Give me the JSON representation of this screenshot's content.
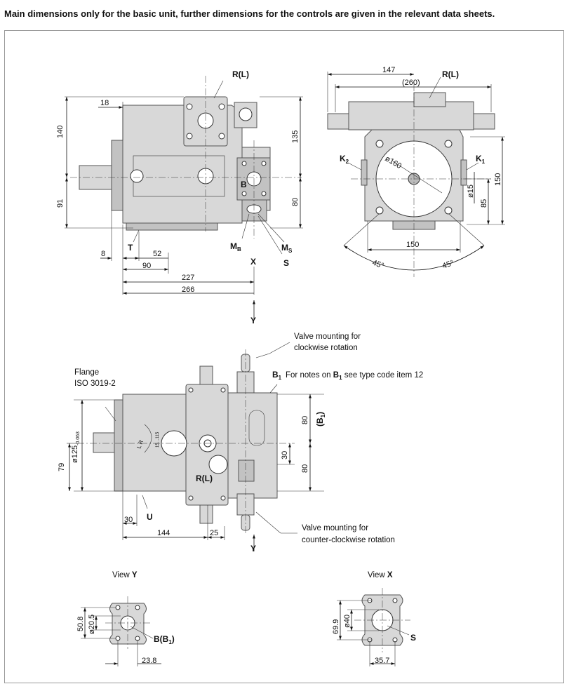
{
  "header": {
    "text": "Main dimensions only for the basic unit, further dimensions for the controls are given in the relevant data sheets."
  },
  "ports": {
    "r_l": "R(L)",
    "b": "B",
    "t": "T",
    "mb": "M",
    "mb_sub": "B",
    "ms": "M",
    "ms_sub": "S",
    "s": "S",
    "x": "X",
    "y": "Y",
    "k1": "K",
    "k1_sub": "1",
    "k2": "K",
    "k2_sub": "2",
    "u": "U",
    "b1": "B",
    "b1_sub": "1",
    "b_b1": "B(B",
    "b_b1_sub": "1",
    "b_b1_close": ")"
  },
  "dimensions": {
    "side": {
      "d18": "18",
      "d140": "140",
      "d91": "91",
      "d135": "135",
      "d80": "80",
      "d8": "8",
      "d52": "52",
      "d90": "90",
      "d227": "227",
      "d266": "266"
    },
    "front": {
      "d147": "147",
      "d260": "(260)",
      "d160": "ø160",
      "d15": "ø15",
      "d85": "85",
      "d150v": "150",
      "d150h": "150",
      "a45l": "45°",
      "a45r": "45°"
    },
    "top": {
      "d125": "ø125",
      "d125_tol": "-0.063",
      "d79": "79",
      "d80a": "80",
      "d80b": "80",
      "d30v": "30",
      "d30h": "30",
      "d144": "144",
      "d25": "25",
      "b1_paren": "(B",
      "b1_paren_sub": "1",
      "b1_paren_close": ")",
      "lr": "L R",
      "a15": "15…115"
    },
    "view_y": {
      "d508": "50.8",
      "d205": "ø20.5",
      "d238": "23.8"
    },
    "view_x": {
      "d699": "69.9",
      "d40": "ø40",
      "d357": "35.7"
    }
  },
  "notes": {
    "flange_1": "Flange",
    "flange_2": "ISO 3019-2",
    "valve_cw_1": "Valve mounting for",
    "valve_cw_2": "clockwise rotation",
    "b1_note_pre": "For notes on ",
    "b1_note_b": "B",
    "b1_note_sub": "1",
    "b1_note_post": " see type code item 12",
    "valve_ccw_1": "Valve mounting for",
    "valve_ccw_2": "counter-clockwise rotation",
    "view_y_pre": "View ",
    "view_y_letter": "Y",
    "view_x_pre": "View ",
    "view_x_letter": "X"
  }
}
